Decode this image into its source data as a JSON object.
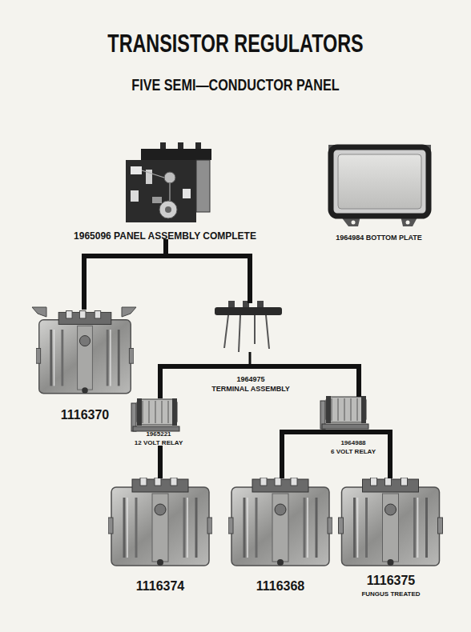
{
  "diagram": {
    "title": "TRANSISTOR REGULATORS",
    "nodes": [
      {
        "text": [
          "1965096 PANEL ASSEMBLY COMPLETE"
        ]
      },
      {
        "text": [
          "1964984 BOTTOM PLATE"
        ]
      },
      {
        "text": [
          "1116370"
        ]
      },
      {
        "text": [
          "1964975",
          "TERMINAL ASSEMBLY"
        ]
      },
      {
        "text": [
          "1965221",
          "12 VOLT RELAY"
        ]
      },
      {
        "text": [
          "1964988",
          "6 VOLT RELAY"
        ]
      },
      {
        "text": [
          "1116374"
        ]
      },
      {
        "text": [
          "1116368"
        ]
      },
      {
        "text": [
          "1116375",
          "FUNGUS TREATED"
        ]
      }
    ],
    "edges": [
      {
        "from": 0,
        "to": 2,
        "arrow": "none"
      },
      {
        "from": 0,
        "to": 3,
        "arrow": "none"
      },
      {
        "from": 3,
        "to": 4,
        "arrow": "none"
      },
      {
        "from": 3,
        "to": 5,
        "arrow": "none"
      },
      {
        "from": 4,
        "to": 6,
        "arrow": "none"
      },
      {
        "from": 5,
        "to": 7,
        "arrow": "none"
      },
      {
        "from": 5,
        "to": 8,
        "arrow": "none"
      }
    ],
    "labels": [
      "FIVE SEMI—CONDUCTOR PANEL"
    ]
  }
}
